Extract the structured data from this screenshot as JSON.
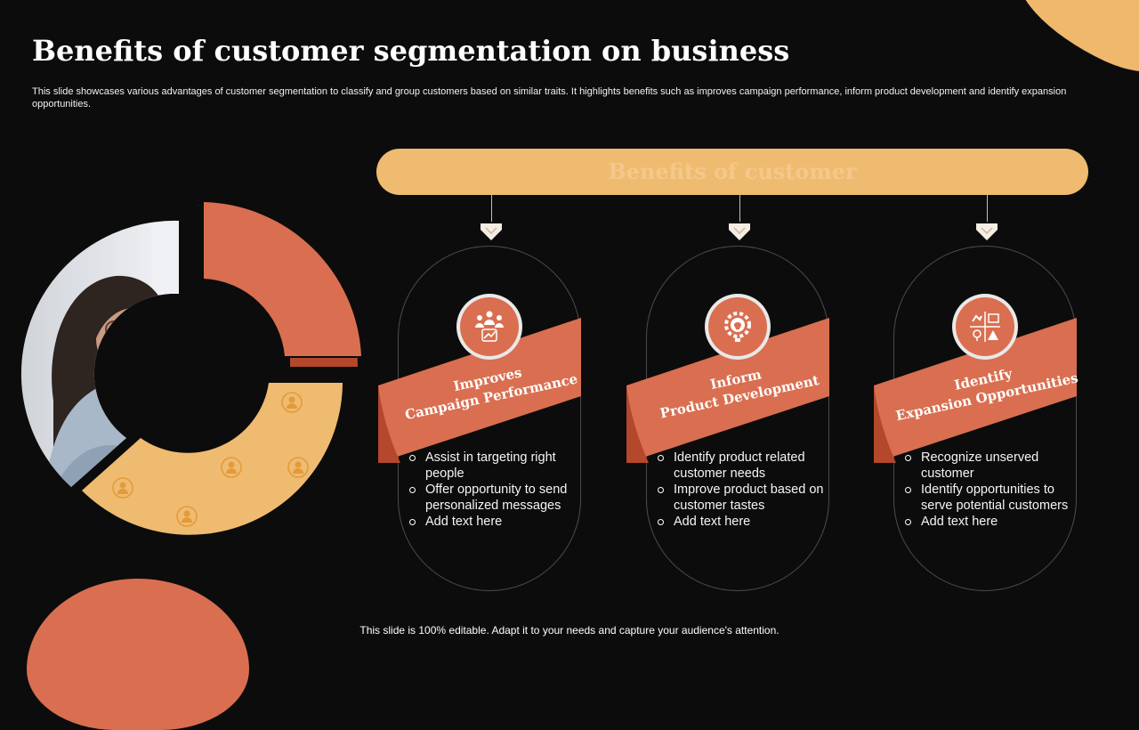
{
  "page": {
    "title": "Benefits of customer segmentation on business",
    "description": "This slide showcases various advantages of customer segmentation to classify and group customers based on similar traits. It highlights benefits such as improves campaign performance, inform product development and identify expansion opportunities.",
    "footer": "This slide is 100% editable. Adapt it to your needs and capture your audience's attention."
  },
  "banner": {
    "label": "Benefits of customer"
  },
  "cards": [
    {
      "title_line1": "Improves",
      "title_line2": "Campaign Performance",
      "icon": "team-growth-icon",
      "bullets": [
        "Assist in targeting right people",
        "Offer opportunity to send personalized messages",
        "Add text here"
      ]
    },
    {
      "title_line1": "Inform",
      "title_line2": "Product Development",
      "icon": "gear-bulb-icon",
      "bullets": [
        "Identify product related customer needs",
        "Improve product based on customer tastes",
        "Add text here"
      ]
    },
    {
      "title_line1": "Identify",
      "title_line2": "Expansion Opportunities",
      "icon": "strategy-grid-icon",
      "bullets": [
        "Recognize unserved customer",
        "Identify opportunities to serve potential customers",
        "Add text here"
      ]
    }
  ],
  "donut": {
    "photo_alt": "woman-at-laptop-photo",
    "person_icon": "person-icon",
    "person_icon_count": 5
  },
  "colors": {
    "background": "#0c0c0c",
    "accent_orange": "#d96f50",
    "accent_orange_dark": "#b4472c",
    "accent_yellow": "#efbb70",
    "text": "#ffffff"
  }
}
